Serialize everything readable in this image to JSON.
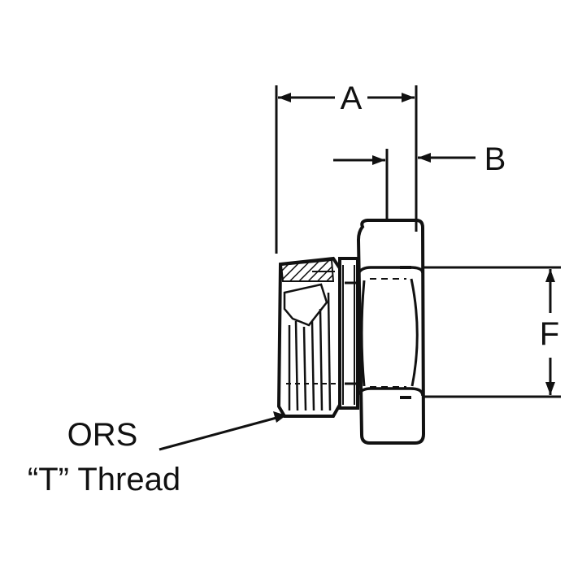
{
  "diagram": {
    "dimensions": {
      "a": "A",
      "b": "B",
      "f": "F"
    },
    "callout": {
      "line1": "ORS",
      "line2": "“T” Thread"
    },
    "colors": {
      "ink": "#111111",
      "background": "#ffffff"
    }
  }
}
